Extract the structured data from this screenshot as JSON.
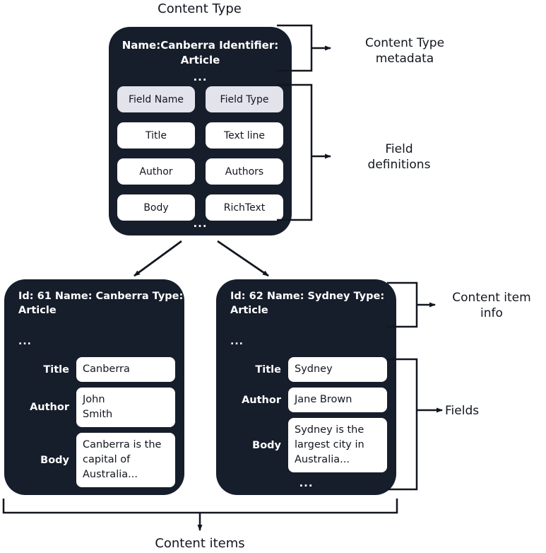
{
  "diagram": {
    "title": "Content Type",
    "bottom_label": "Content items"
  },
  "content_type": {
    "metadata_lines": "Name:Canberra\nIdentifier: Article",
    "metadata_ellipsis": "...",
    "fields_ellipsis": "...",
    "table": {
      "headers": [
        "Field Name",
        "Field Type"
      ],
      "rows": [
        [
          "Title",
          "Text line"
        ],
        [
          "Author",
          "Authors"
        ],
        [
          "Body",
          "RichText"
        ]
      ]
    }
  },
  "content_items": [
    {
      "meta": "Id: 61\nName: Canberra\nType: Article",
      "meta_ellipsis": "...",
      "fields": [
        {
          "label": "Title",
          "value": "Canberra"
        },
        {
          "label": "Author",
          "value": "John\nSmith"
        },
        {
          "label": "Body",
          "value": "Canberra is the\ncapital of\nAustralia..."
        }
      ],
      "bottom_ellipsis": "..."
    },
    {
      "meta": "Id: 62\nName: Sydney\nType: Article",
      "meta_ellipsis": "...",
      "fields": [
        {
          "label": "Title",
          "value": "Sydney"
        },
        {
          "label": "Author",
          "value": "Jane Brown"
        },
        {
          "label": "Body",
          "value": "Sydney is the\nlargest city in\nAustralia..."
        }
      ],
      "bottom_ellipsis": "..."
    }
  ],
  "annotations": {
    "content_type_metadata": "Content Type\nmetadata",
    "field_definitions": "Field\ndefinitions",
    "content_item_info": "Content item\ninfo",
    "fields": "Fields"
  },
  "colors": {
    "card_dark": "#161d2b",
    "chip_header": "#e3e3ec",
    "chip_body": "#ffffff",
    "text_light": "#ffffff",
    "text_dark": "#12161f",
    "stroke": "#12161f",
    "background": "#ffffff"
  }
}
